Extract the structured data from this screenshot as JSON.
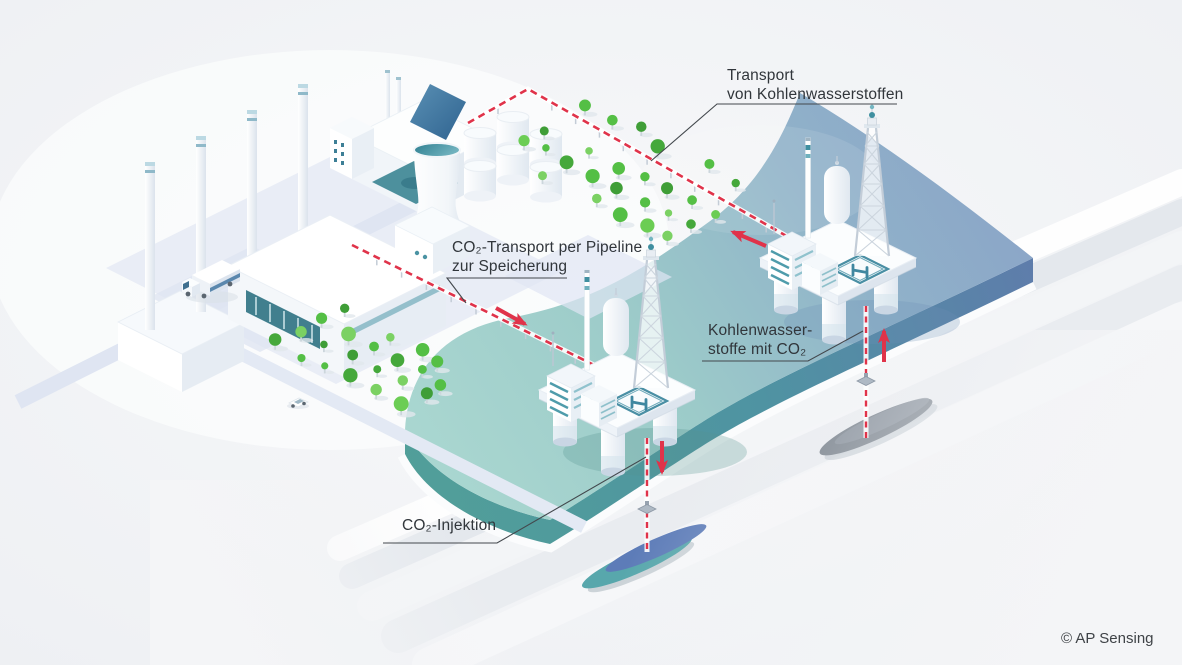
{
  "labels": {
    "transport_hydrocarbons": {
      "line1": "Transport",
      "line2": "von Kohlenwasserstoffen"
    },
    "co2_pipeline_transport": {
      "line1": "CO₂-Transport per Pipeline",
      "line2": "zur Speicherung"
    },
    "hydrocarbons_with_co2": {
      "line1": "Kohlenwasser-",
      "line2": "stoffe mit CO₂"
    },
    "co2_injection": {
      "text": "CO₂-Injektion"
    }
  },
  "footer": {
    "copyright": "© AP Sensing"
  },
  "colors": {
    "pipeline_red": "#e0334a",
    "sea_teal": "#abd8d1",
    "sea_blue": "#8aa3c8",
    "label_text": "#31363b",
    "tree_greens": [
      "#54bf45",
      "#6bcd54",
      "#45a83b",
      "#7bd163",
      "#3f9e37"
    ],
    "co2_reservoir_blue": "#5d7cb8",
    "co2_reservoir_teal": "#58a7ac",
    "hydrocarbon_reservoir_gray": "#6b7580"
  }
}
